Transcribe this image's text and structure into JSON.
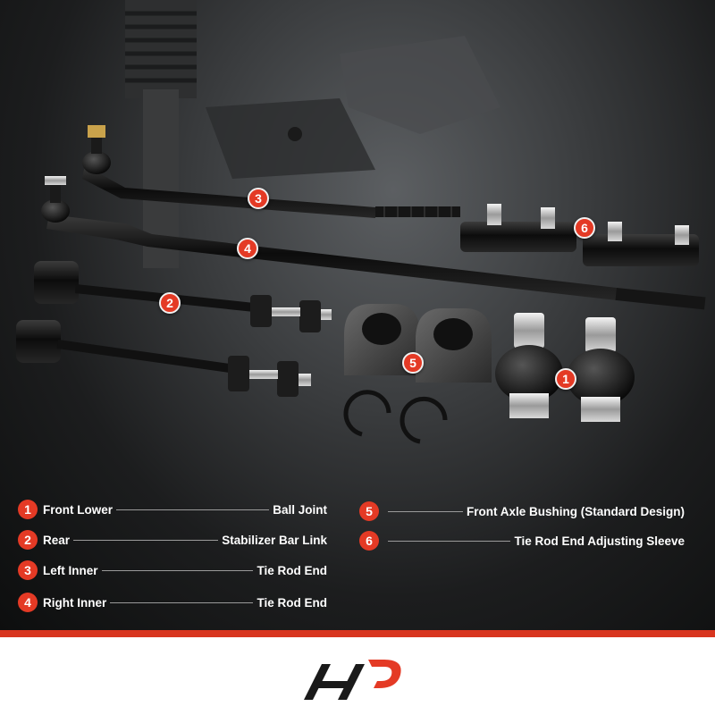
{
  "colors": {
    "accent": "#e43a25",
    "background_dark": "#0f1010",
    "footer_bg": "#ffffff",
    "brand_dark": "#1a1a1a"
  },
  "callouts": [
    {
      "number": "1"
    },
    {
      "number": "2"
    },
    {
      "number": "3"
    },
    {
      "number": "4"
    },
    {
      "number": "5"
    },
    {
      "number": "6"
    }
  ],
  "legend": [
    {
      "number": "1",
      "left": "Front Lower",
      "right": "Ball Joint"
    },
    {
      "number": "2",
      "left": "Rear",
      "right": "Stabilizer Bar Link"
    },
    {
      "number": "3",
      "left": "Left Inner",
      "right": "Tie Rod End"
    },
    {
      "number": "4",
      "left": "Right Inner",
      "right": "Tie Rod End"
    },
    {
      "number": "5",
      "left": "",
      "right": "Front Axle Bushing (Standard Design)"
    },
    {
      "number": "6",
      "left": "",
      "right": "Tie Rod End Adjusting Sleeve"
    }
  ],
  "logo": {
    "icon": "brand-logo-icon"
  }
}
